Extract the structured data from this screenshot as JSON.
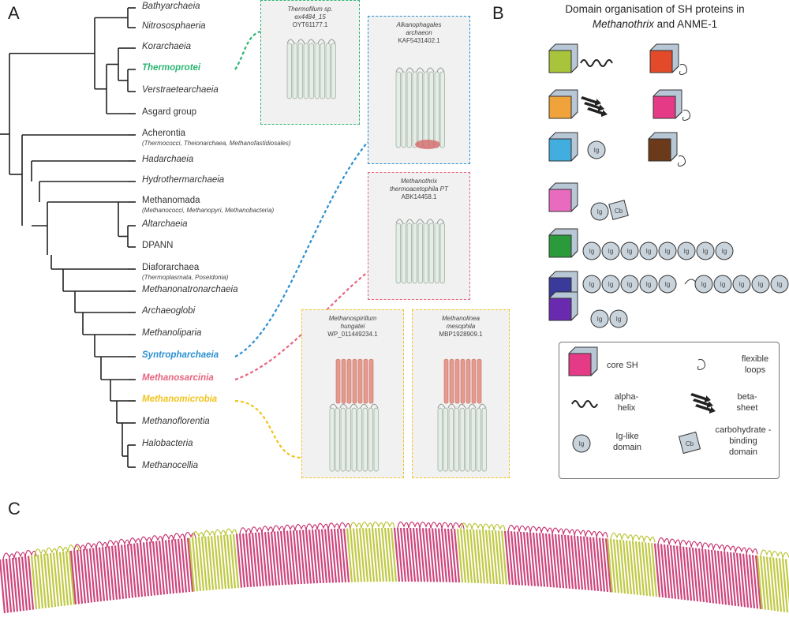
{
  "panels": {
    "a": "A",
    "b": "B",
    "c": "C"
  },
  "tree": {
    "taxa": [
      {
        "name": "Bathyarchaeia",
        "italic": true
      },
      {
        "name": "Nitrososphaeria",
        "italic": true
      },
      {
        "name": "Korarchaeia",
        "italic": true
      },
      {
        "name": "Thermoprotei",
        "italic": true,
        "bold": true,
        "color": "#2bb673"
      },
      {
        "name": "Verstraetearchaeia",
        "italic": true
      },
      {
        "name": "Asgard group",
        "italic": false
      },
      {
        "name": "Acherontia",
        "italic": false,
        "sub": "(Thermococci, Theionarchaea, Methanofastidiosales)"
      },
      {
        "name": "Hadarchaeia",
        "italic": true
      },
      {
        "name": "Hydrothermarchaeia",
        "italic": true
      },
      {
        "name": "Methanomada",
        "italic": false,
        "sub": "(Methanococci, Methanopyri, Methanobacteria)"
      },
      {
        "name": "Altarchaeia",
        "italic": true
      },
      {
        "name": "DPANN",
        "italic": false
      },
      {
        "name": "Diaforarchaea",
        "italic": false,
        "sub": "(Thermoplasmata, Poseidonia)"
      },
      {
        "name": "Methanonatronarchaeia",
        "italic": true
      },
      {
        "name": "Archaeoglobi",
        "italic": true
      },
      {
        "name": "Methanoliparia",
        "italic": true
      },
      {
        "name": "Syntropharchaeia",
        "italic": true,
        "bold": true,
        "color": "#2a8fd0"
      },
      {
        "name": "Methanosarcinia",
        "italic": true,
        "bold": true,
        "color": "#e8637d"
      },
      {
        "name": "Methanomicrobia",
        "italic": true,
        "bold": true,
        "color": "#f2c31c"
      },
      {
        "name": "Methanoflorentia",
        "italic": true
      },
      {
        "name": "Halobacteria",
        "italic": true
      },
      {
        "name": "Methanocellia",
        "italic": true
      }
    ]
  },
  "structures": [
    {
      "line1": "Thermofilum sp.",
      "line2": "ex4484_15",
      "line3": "OYT61177.1",
      "color": "#2bb673",
      "species_italic": true
    },
    {
      "line1": "Alkanophagales",
      "line2": "archaeon",
      "line3": "KAF5431402.1",
      "color": "#2a8fd0",
      "species_italic": true
    },
    {
      "line1": "Methanothrix",
      "line2": "thermoacetophila PT",
      "line3": "ABK14458.1",
      "color": "#e8637d",
      "species_italic": true
    },
    {
      "line1": "Methanospirillum",
      "line2": "hungatei",
      "line3": "WP_011449234.1",
      "color": "#f2c31c",
      "species_italic": true
    },
    {
      "line1": "Methanolinea",
      "line2": "mesophila",
      "line3": "MBP1928909.1",
      "color": "#f2c31c",
      "species_italic": true
    }
  ],
  "domain_panel": {
    "title_line1": "Domain organisation of SH proteins in",
    "title_italic": "Methanothrix",
    "title_rest": " and ANME-1",
    "ig_label": "Ig",
    "cb_label": "Cb"
  },
  "legend": {
    "core_sh": "core SH",
    "flexible_loops": "flexible loops",
    "alpha_helix": "alpha-\nhelix",
    "beta_sheet": "beta-\nsheet",
    "ig_like": "Ig-like\ndomain",
    "carbohydrate": "carbohydrate -\nbinding\ndomain",
    "ig_symbol": "Ig",
    "cb_symbol": "Cb"
  },
  "colors": {
    "thermoprotei": "#2bb673",
    "syntropharchaeia": "#2a8fd0",
    "methanosarcinia": "#e8637d",
    "methanomicrobia": "#f2c31c",
    "filament_magenta": "#c8336f",
    "filament_yellow": "#b9c431"
  }
}
